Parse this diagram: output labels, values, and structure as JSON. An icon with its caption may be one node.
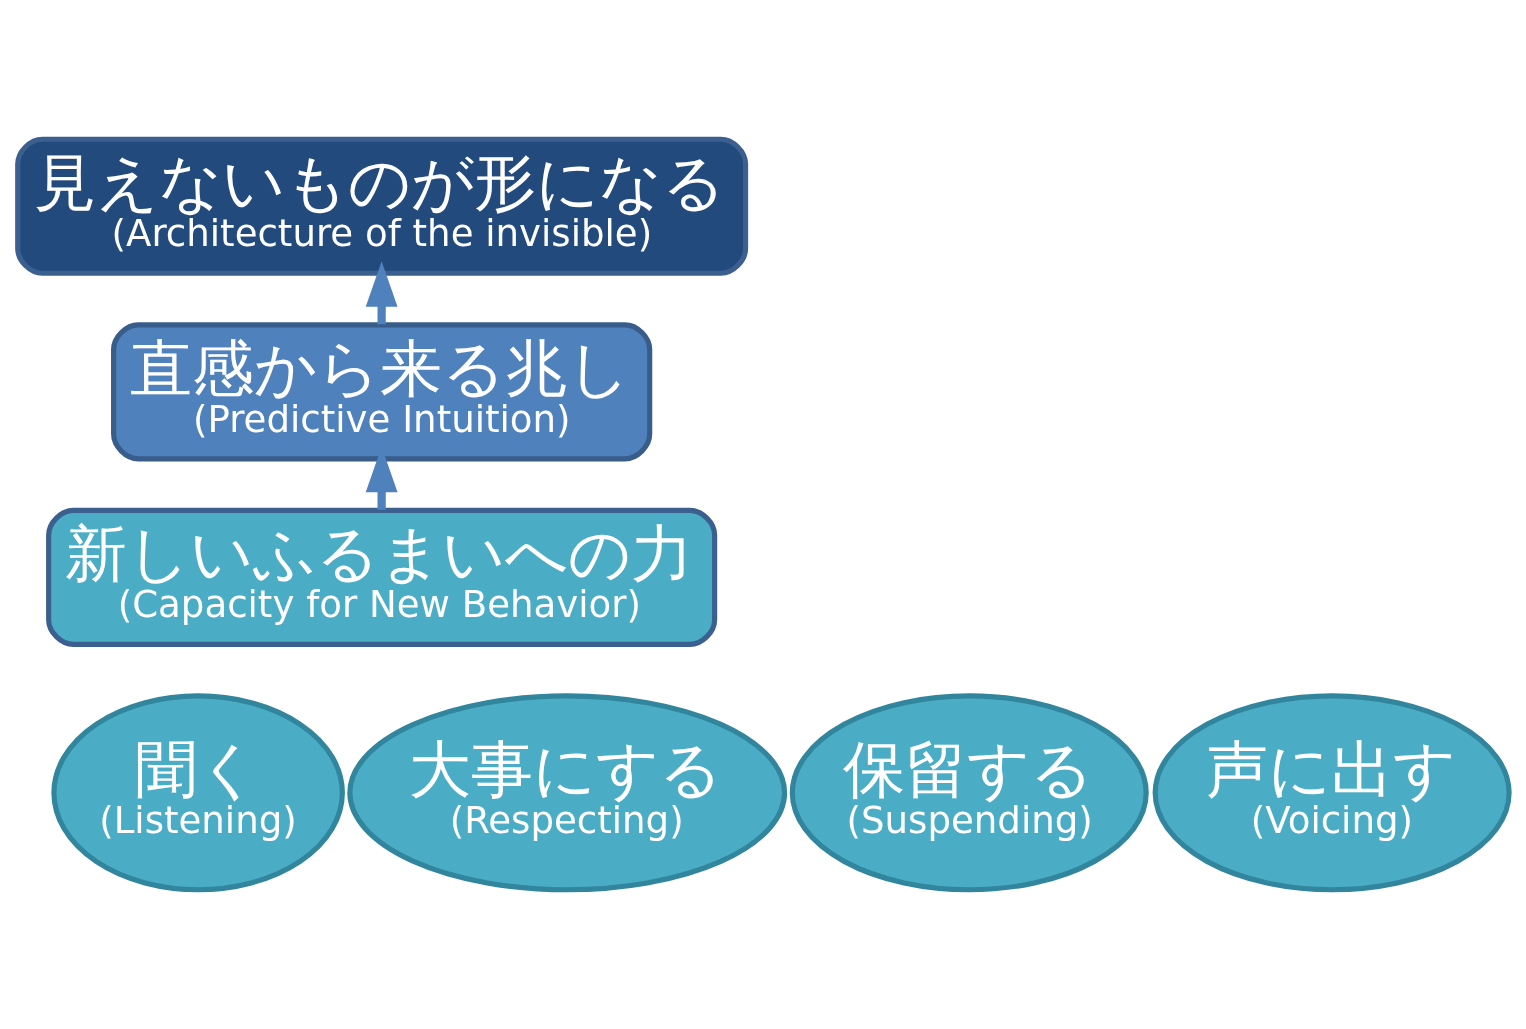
{
  "diagram": {
    "nodes": [
      {
        "text": [
          "見えないものが形になる",
          "(Architecture of the invisible)"
        ]
      },
      {
        "text": [
          "直感から来る兆し",
          "(Predictive Intuition)"
        ]
      },
      {
        "text": [
          "新しいふるまいへの力",
          "(Capacity for New Behavior)"
        ]
      },
      {
        "text": [
          "聞く",
          "(Listening)"
        ]
      },
      {
        "text": [
          "大事にする",
          "(Respecting)"
        ]
      },
      {
        "text": [
          "保留する",
          "(Suspending)"
        ]
      },
      {
        "text": [
          "声に出す",
          "(Voicing)"
        ]
      }
    ],
    "edges": [
      {
        "from": 1,
        "to": 0,
        "arrow": "to"
      },
      {
        "from": 2,
        "to": 1,
        "arrow": "to"
      }
    ]
  }
}
